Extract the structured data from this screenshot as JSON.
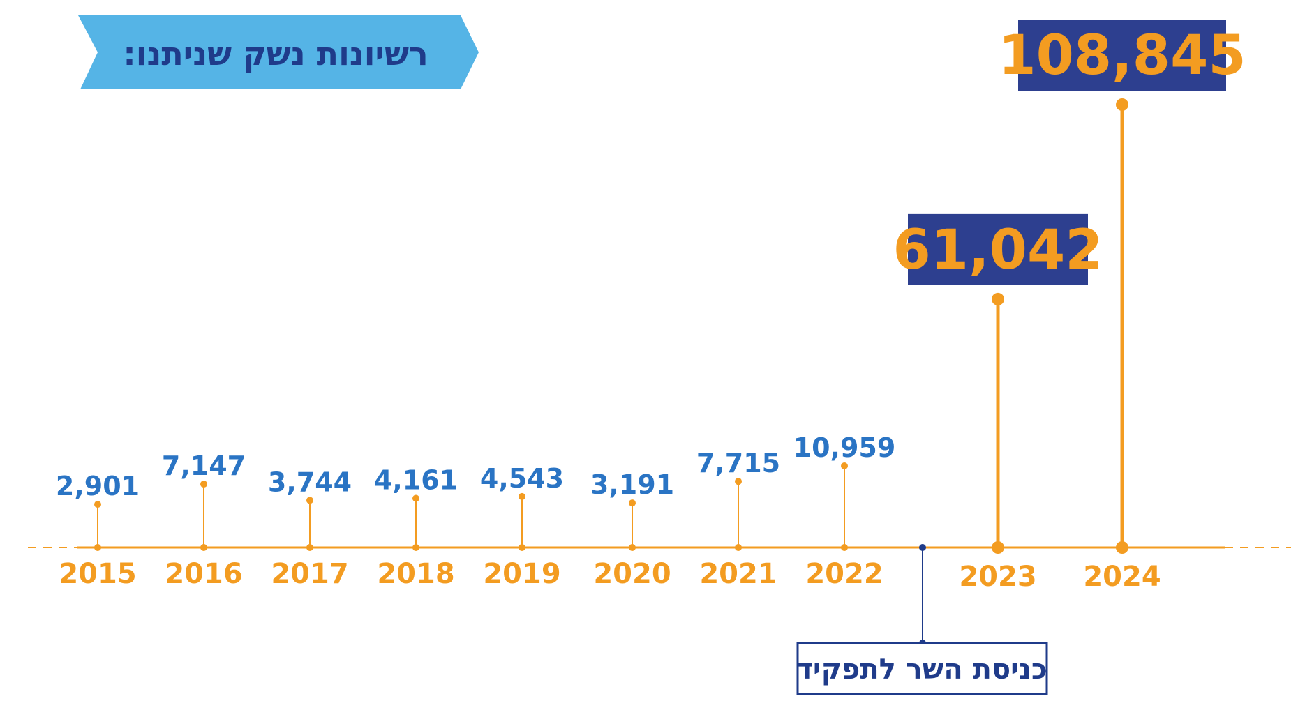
{
  "chart_data": {
    "type": "lollipop",
    "title": "רשיונות נשק שניתנו:",
    "categories": [
      "2015",
      "2016",
      "2017",
      "2018",
      "2019",
      "2020",
      "2021",
      "2022",
      "2023",
      "2024"
    ],
    "values": [
      2901,
      7147,
      3744,
      4161,
      4543,
      3191,
      7715,
      10959,
      61042,
      108845
    ],
    "value_labels": [
      "2,901",
      "7,147",
      "3,744",
      "4,161",
      "4,543",
      "3,191",
      "7,715",
      "10,959",
      "61,042",
      "108,845"
    ],
    "highlighted": [
      "2023",
      "2024"
    ],
    "annotation": {
      "text": "כניסת השר לתפקיד",
      "between": [
        "2022",
        "2023"
      ]
    },
    "ylim": [
      0,
      108845
    ],
    "grid": false,
    "colors": {
      "accent": "#f39c21",
      "small_value": "#2a74c4",
      "highlight_box": "#2d3f8f",
      "title_banner": "#55b4e6",
      "annotation": "#1f3b8a"
    }
  }
}
